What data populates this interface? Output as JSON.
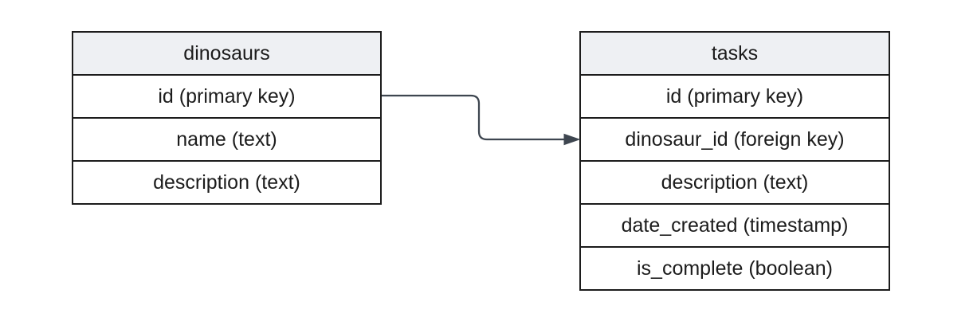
{
  "diagram": {
    "tables": [
      {
        "name": "dinosaurs",
        "fields": [
          "id (primary key)",
          "name (text)",
          "description (text)"
        ]
      },
      {
        "name": "tasks",
        "fields": [
          "id (primary key)",
          "dinosaur_id (foreign key)",
          "description (text)",
          "date_created (timestamp)",
          "is_complete (boolean)"
        ]
      }
    ],
    "relationship": {
      "from_table": "dinosaurs",
      "from_field": "id (primary key)",
      "to_table": "tasks",
      "to_field": "dinosaur_id (foreign key)",
      "connector_style": "right-angle-arrow"
    },
    "colors": {
      "background": "#ffffff",
      "table_border": "#1c1c1c",
      "header_fill": "#eef0f3",
      "row_fill": "#ffffff",
      "text": "#1c1c1c",
      "connector": "#3e4650"
    }
  }
}
